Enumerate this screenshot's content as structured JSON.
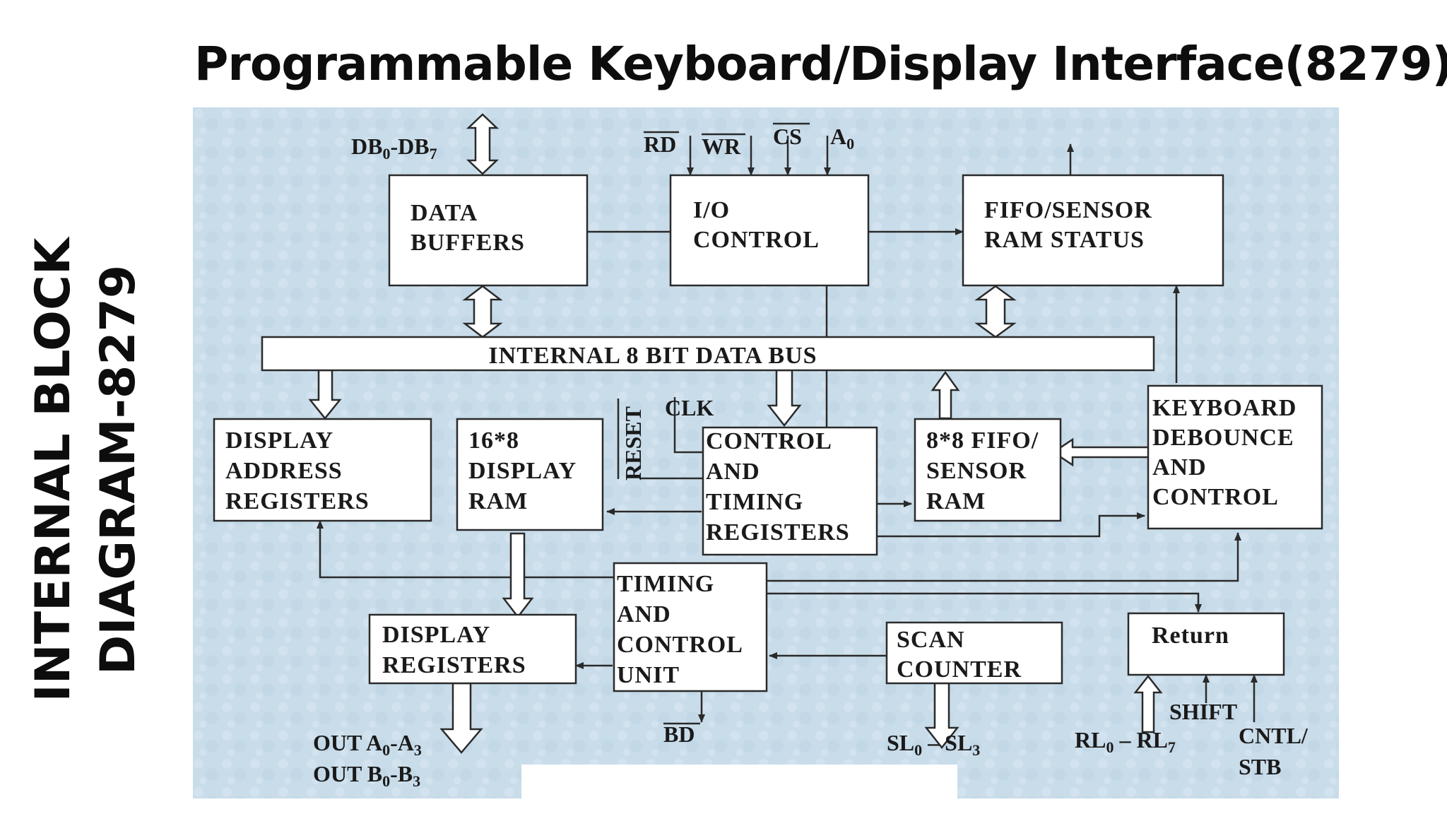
{
  "title": "Programmable Keyboard/Display Interface(8279)",
  "side_label": {
    "line1": "INTERNAL BLOCK",
    "line2": "DIAGRAM-8279"
  },
  "blocks": {
    "data_buffers": [
      "DATA",
      "BUFFERS"
    ],
    "io_control": [
      "I/O",
      "CONTROL"
    ],
    "fifo_status": [
      "FIFO/SENSOR",
      "RAM STATUS"
    ],
    "internal_bus": "INTERNAL 8 BIT DATA BUS",
    "display_address": [
      "DISPLAY",
      "ADDRESS",
      "REGISTERS"
    ],
    "display_ram": [
      "16*8",
      "DISPLAY",
      "RAM"
    ],
    "control_timing": [
      "CONTROL",
      "AND",
      "TIMING",
      "REGISTERS"
    ],
    "fifo_ram": [
      "8*8 FIFO/",
      "SENSOR",
      "RAM"
    ],
    "keyboard": [
      "KEYBOARD",
      "DEBOUNCE",
      "AND",
      "CONTROL"
    ],
    "timing_unit": [
      "TIMING",
      "AND",
      "CONTROL",
      "UNIT"
    ],
    "display_registers": [
      "DISPLAY",
      "REGISTERS"
    ],
    "scan_counter": [
      "SCAN",
      "COUNTER"
    ],
    "return_block": "Return"
  },
  "pins": {
    "db": {
      "main": "DB",
      "s1": "0",
      "mid": "-DB",
      "s2": "7"
    },
    "rd": "RD",
    "wr": "WR",
    "cs": "CS",
    "a0": {
      "main": "A",
      "sub": "0"
    },
    "clk": "CLK",
    "reset": "RESET",
    "bd": "BD",
    "out_a": {
      "pre": "OUT A",
      "s1": "0",
      "mid": "-A",
      "s2": "3"
    },
    "out_b": {
      "pre": "OUT B",
      "s1": "0",
      "mid": "-B",
      "s2": "3"
    },
    "sl": {
      "pre": "SL",
      "s1": "0",
      "mid": " – SL",
      "s2": "3"
    },
    "rl": {
      "pre": "RL",
      "s1": "0",
      "mid": " – RL",
      "s2": "7"
    },
    "shift": "SHIFT",
    "cntl": [
      "CNTL/",
      "STB"
    ]
  },
  "colors": {
    "panel_background": "#c9dcea",
    "box_fill": "#ffffff",
    "line": "#2a2a2a"
  }
}
